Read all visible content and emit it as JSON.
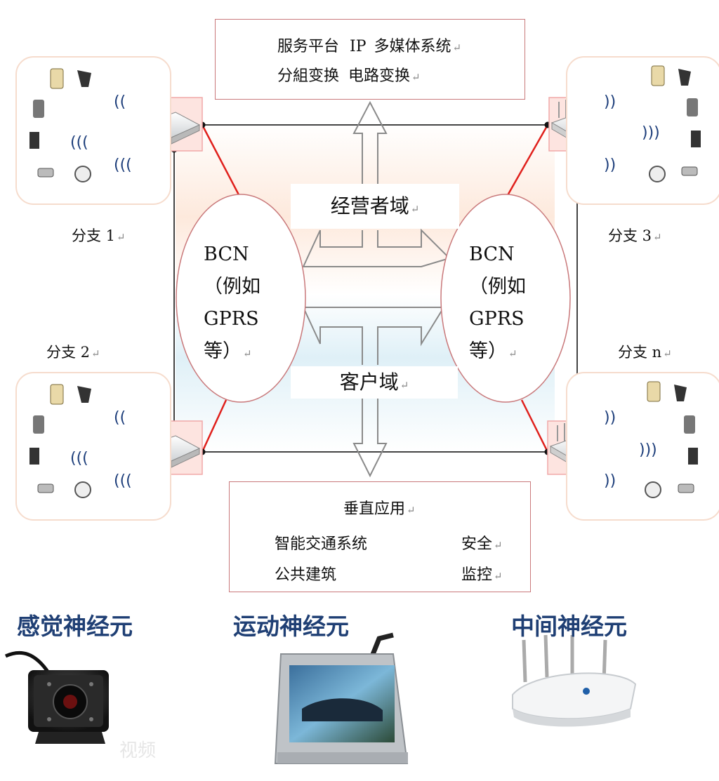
{
  "service_platform": {
    "line1_a": "服务平台",
    "line1_b": "IP",
    "line1_c": "多媒体系统",
    "line2_a": "分組变换",
    "line2_b": "电路变换"
  },
  "operator_domain": "经营者域",
  "customer_domain": "客户域",
  "branches": {
    "b1": "分支 1",
    "b2": "分支 2",
    "b3": "分支 3",
    "bn": "分支 n"
  },
  "bcn_left": {
    "l1": "BCN",
    "l2": "（例如",
    "l3": "GPRS",
    "l4": "等）"
  },
  "bcn_right": {
    "l1": "BCN",
    "l2": "（例如",
    "l3": "GPRS",
    "l4": "等）"
  },
  "vertical_apps": {
    "title": "垂直应用",
    "item1": "智能交通系统",
    "item2": "安全",
    "item3": "公共建筑",
    "item4": "监控"
  },
  "neurons": {
    "sensory": "感觉神经元",
    "motor": "运动神经元",
    "inter": "中间神经元"
  },
  "return_mark": "↵",
  "watermark": "视频",
  "colors": {
    "red_link": "#e0201c",
    "box_border": "#c9797b",
    "neuron_text": "#1f3f74"
  }
}
